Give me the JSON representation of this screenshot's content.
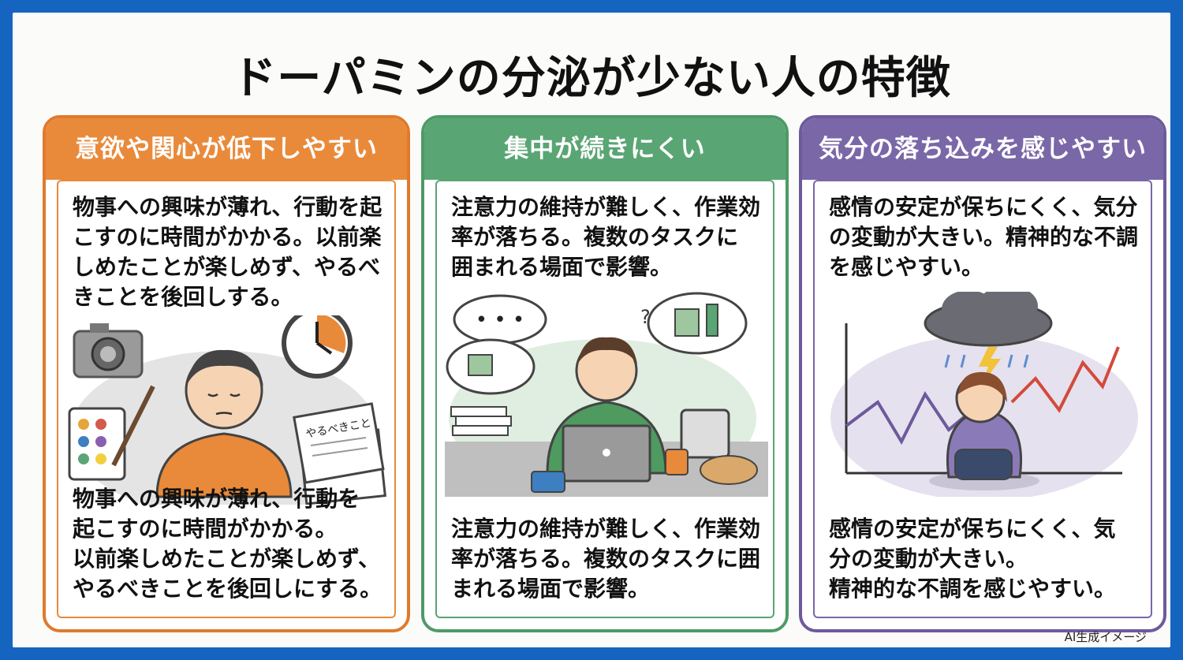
{
  "title": "ドーパミンの分泌が少ない人の特徴",
  "cards": [
    {
      "heading": "意欲や関心が低下しやすい",
      "text_top": "物事への興味が薄れ、行動を起\nこすのに時間がかかる。以前楽\nしめたことが楽しめず、やるべ\nきことを後回しする。",
      "paper_label": "やるべきこと",
      "text_bottom": "物事への興味が薄れ、行動を\n起こすのに時間がかかる。\n以前楽しめたことが楽しめず、\nやるべきことを後回しにする。",
      "color": "#e98a3b"
    },
    {
      "heading": "集中が続きにくい",
      "text_top": "注意力の維持が難しく、作業効\n率が落ちる。複数のタスクに\n囲まれる場面で影響。",
      "bubble_text": "• • •",
      "text_bottom": "注意力の維持が難しく、作業効\n率が落ちる。複数のタスクに囲\nまれる場面で影響。",
      "color": "#5aa574"
    },
    {
      "heading": "気分の落ち込みを感じやすい",
      "text_top": "感情の安定が保ちにくく、気分\nの変動が大きい。精神的な不調\nを感じやすい。",
      "text_bottom": "感情の安定が保ちにくく、気\n分の変動が大きい。\n精神的な不調を感じやすい。",
      "color": "#7a67a8"
    }
  ],
  "credit": "AI生成イメージ",
  "icons": [
    "camera-icon",
    "clock-icon",
    "palette-icon",
    "papers-icon",
    "laptop-icon",
    "thought-bubble-icon",
    "storm-cloud-icon",
    "chart-arrow-icon"
  ]
}
